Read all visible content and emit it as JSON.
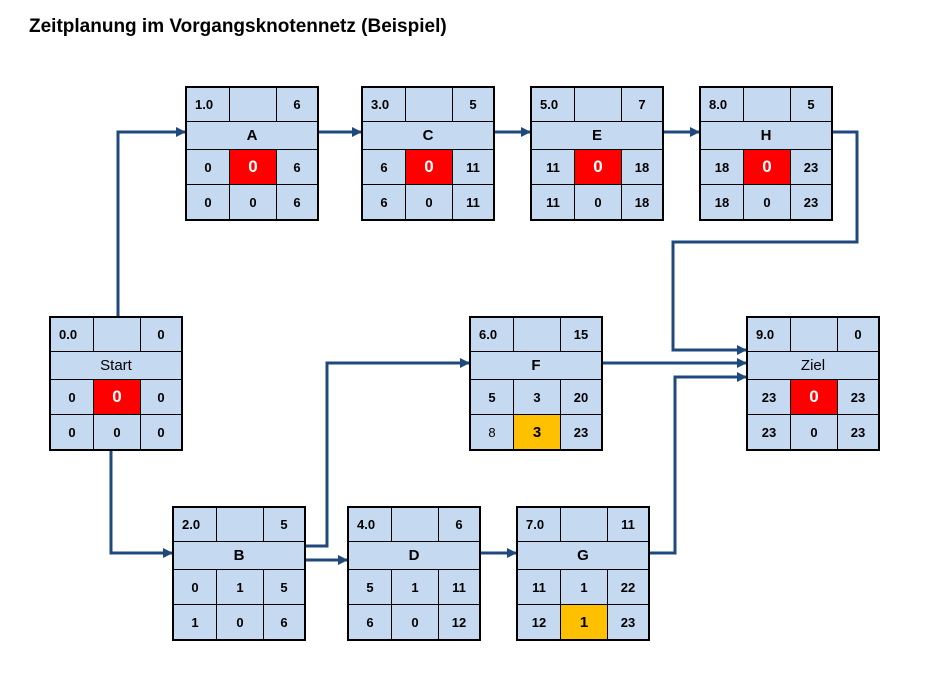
{
  "title": "Zeitplanung im Vorgangsknotennetz (Beispiel)",
  "colors": {
    "box": "#c5d9f1",
    "critical": "#ff0000",
    "buffer": "#ffc000",
    "arrow": "#1f497d"
  },
  "nodes": {
    "A": {
      "code": "1.0",
      "dur": "6",
      "name": "A",
      "r1": [
        "0",
        "0",
        "6"
      ],
      "r2": [
        "0",
        "0",
        "6"
      ]
    },
    "C": {
      "code": "3.0",
      "dur": "5",
      "name": "C",
      "r1": [
        "6",
        "0",
        "11"
      ],
      "r2": [
        "6",
        "0",
        "11"
      ]
    },
    "E": {
      "code": "5.0",
      "dur": "7",
      "name": "E",
      "r1": [
        "11",
        "0",
        "18"
      ],
      "r2": [
        "11",
        "0",
        "18"
      ]
    },
    "H": {
      "code": "8.0",
      "dur": "5",
      "name": "H",
      "r1": [
        "18",
        "0",
        "23"
      ],
      "r2": [
        "18",
        "0",
        "23"
      ]
    },
    "Start": {
      "code": "0.0",
      "dur": "0",
      "name": "Start",
      "r1": [
        "0",
        "0",
        "0"
      ],
      "r2": [
        "0",
        "0",
        "0"
      ]
    },
    "F": {
      "code": "6.0",
      "dur": "15",
      "name": "F",
      "r1": [
        "5",
        "3",
        "20"
      ],
      "r2": [
        "8",
        "3",
        "23"
      ]
    },
    "Ziel": {
      "code": "9.0",
      "dur": "0",
      "name": "Ziel",
      "r1": [
        "23",
        "0",
        "23"
      ],
      "r2": [
        "23",
        "0",
        "23"
      ]
    },
    "B": {
      "code": "2.0",
      "dur": "5",
      "name": "B",
      "r1": [
        "0",
        "1",
        "5"
      ],
      "r2": [
        "1",
        "0",
        "6"
      ]
    },
    "D": {
      "code": "4.0",
      "dur": "6",
      "name": "D",
      "r1": [
        "5",
        "1",
        "11"
      ],
      "r2": [
        "6",
        "0",
        "12"
      ]
    },
    "G": {
      "code": "7.0",
      "dur": "11",
      "name": "G",
      "r1": [
        "11",
        "1",
        "22"
      ],
      "r2": [
        "12",
        "1",
        "23"
      ]
    }
  }
}
